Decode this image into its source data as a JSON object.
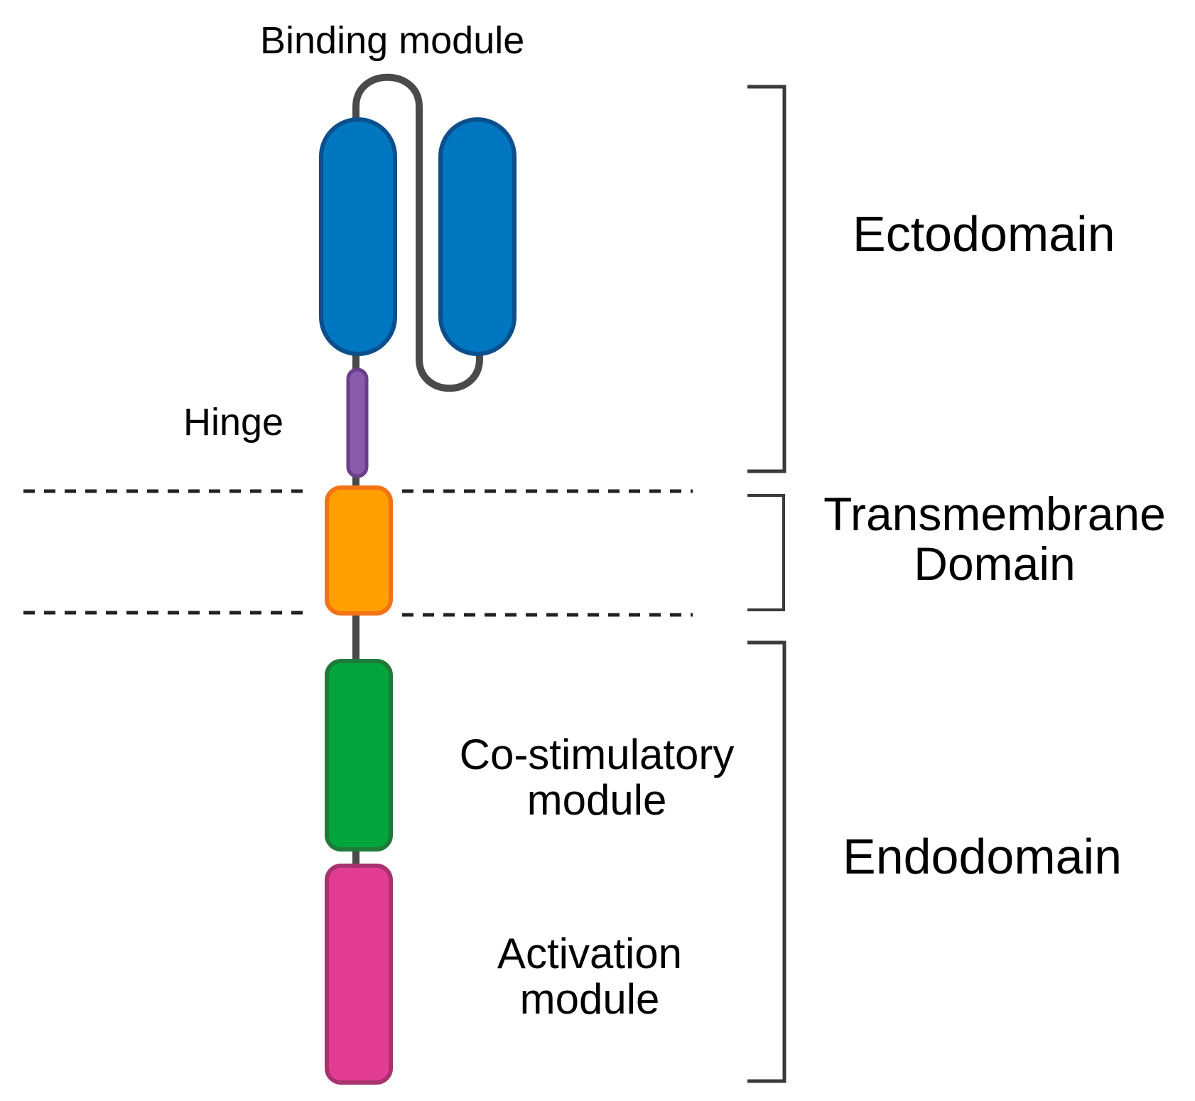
{
  "labels": {
    "binding_module": "Binding module",
    "hinge": "Hinge",
    "costim_line1": "Co-stimulatory",
    "costim_line2": "module",
    "activation_line1": "Activation",
    "activation_line2": "module"
  },
  "regions": {
    "ectodomain": "Ectodomain",
    "transmembrane_line1": "Transmembrane",
    "transmembrane_line2": "Domain",
    "endodomain": "Endodomain"
  },
  "colors": {
    "binding_fill": "#0077c0",
    "binding_stroke": "#0b4f8c",
    "hinge_fill": "#8a5aab",
    "hinge_stroke": "#6a3f8a",
    "transmembrane_fill": "#ff9f00",
    "transmembrane_stroke": "#f47216",
    "costim_fill": "#00a63c",
    "costim_stroke": "#1f7a3a",
    "activation_fill": "#e23d93",
    "activation_stroke": "#a8336e",
    "linker": "#4a4a4a",
    "bracket": "#3a3a3a"
  }
}
